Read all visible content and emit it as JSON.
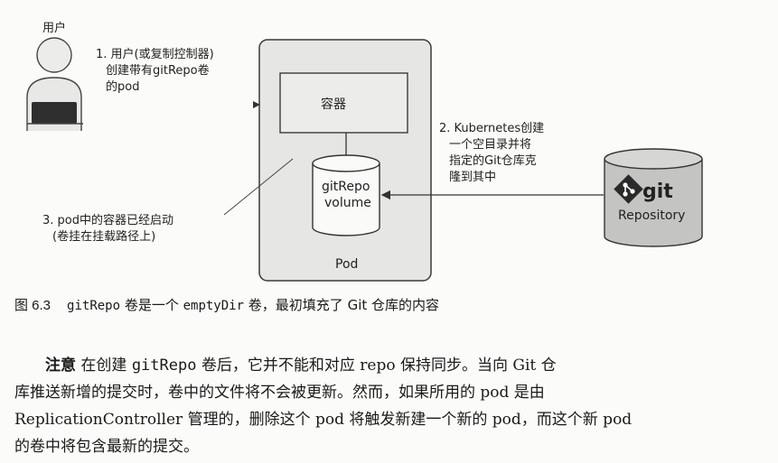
{
  "figure": {
    "user_label": "用户",
    "step1": [
      "1. 用户(或复制控制器)",
      "创建带有gitRepo卷",
      "的pod"
    ],
    "step2": [
      "2. Kubernetes创建",
      "一个空目录并将",
      "指定的Git仓库克",
      "隆到其中"
    ],
    "step3": [
      "3. pod中的容器已经启动",
      "(卷挂在挂载路径上)"
    ],
    "container_label": "容器",
    "volume_line1": "gitRepo",
    "volume_line2": "volume",
    "pod_label": "Pod",
    "git_logo": "git",
    "repository_label": "Repository"
  },
  "caption": {
    "figure_number": "图 6.3",
    "code1": "gitRepo",
    "text1": " 卷是一个 ",
    "code2": "emptyDir",
    "text2": " 卷，最初填充了 Git 仓库的内容"
  },
  "note": {
    "title": "注意",
    "line1_a": "  在创建 ",
    "line1_code": "gitRepo",
    "line1_b": " 卷后，它并不能和对应 repo 保持同步。当向 Git 仓",
    "line2": "库推送新增的提交时，卷中的文件将不会被更新。然而，如果所用的 pod 是由",
    "line3": "ReplicationController 管理的，删除这个 pod 将触发新建一个新的 pod，而这个新 pod",
    "line4": "的卷中将包含最新的提交。"
  },
  "colors": {
    "pod_fill": "#e6e6e4",
    "box_stroke": "#3a3a3a",
    "repo_fill": "#c4c4c2",
    "git_badge": "#2a2a2a"
  }
}
